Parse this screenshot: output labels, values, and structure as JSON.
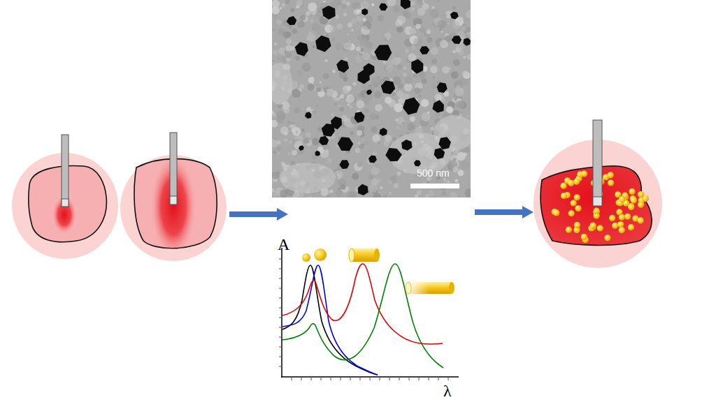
{
  "diagram": {
    "labels": [
      "500 nm",
      "A",
      "λ"
    ]
  }
}
